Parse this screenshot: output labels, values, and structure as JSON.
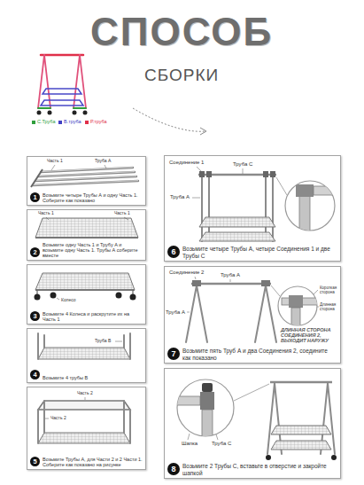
{
  "diagram": {
    "title": "СПОСОБ",
    "nodes": [
      {
        "text": [
          "1",
          "Возьмите четыре Трубы А и одну Часть 1. Соберите как показано"
        ]
      },
      {
        "text": [
          "2",
          "Возьмите одну Часть 1 и Трубу А и возьмите одну Часть 1. Трубы А соберите вместе"
        ]
      },
      {
        "text": [
          "3",
          "Возьмите 4 Колеса и раскрутите их на Часть 1"
        ]
      },
      {
        "text": [
          "4",
          "Возьмите 4 трубы В"
        ]
      },
      {
        "text": [
          "5",
          "Возьмите Трубы А, для Части 2 и 2 Части 1. Соберите как показано на рисунке"
        ]
      },
      {
        "text": [
          "6",
          "Возьмите четыре Трубы А, четыре Соединения 1 и две Трубы С"
        ]
      },
      {
        "text": [
          "7",
          "Возьмите пять Труб А и два Соединения 2, соедините как показано"
        ]
      },
      {
        "text": [
          "8",
          "Возьмите 2 Трубы С, вставьте в отверстие и закройте шапкой"
        ]
      }
    ],
    "labels": [
      "СБОРКИ",
      "Часть 1",
      "Труба А",
      "Часть 1",
      "Часть 1",
      "Колесо",
      "Труба В",
      "Часть 2",
      "Часть 2",
      "Соединение 1",
      "Труба С",
      "Труба А",
      "Соединение 2",
      "Труба А",
      "Труба А",
      "Короткая сторона",
      "Длинная сторона",
      "ДЛИННАЯ СТОРОНА СОЕДИНЕНИЯ 2, ВЫХОДИТ НАРУЖУ",
      "Шапка",
      "Труба С"
    ],
    "legend": [
      {
        "text": "С.Труба",
        "color": "#2f9e3c"
      },
      {
        "text": "В.труба",
        "color": "#4040c4"
      },
      {
        "text": "Р.труба",
        "color": "#e0304a"
      }
    ]
  }
}
